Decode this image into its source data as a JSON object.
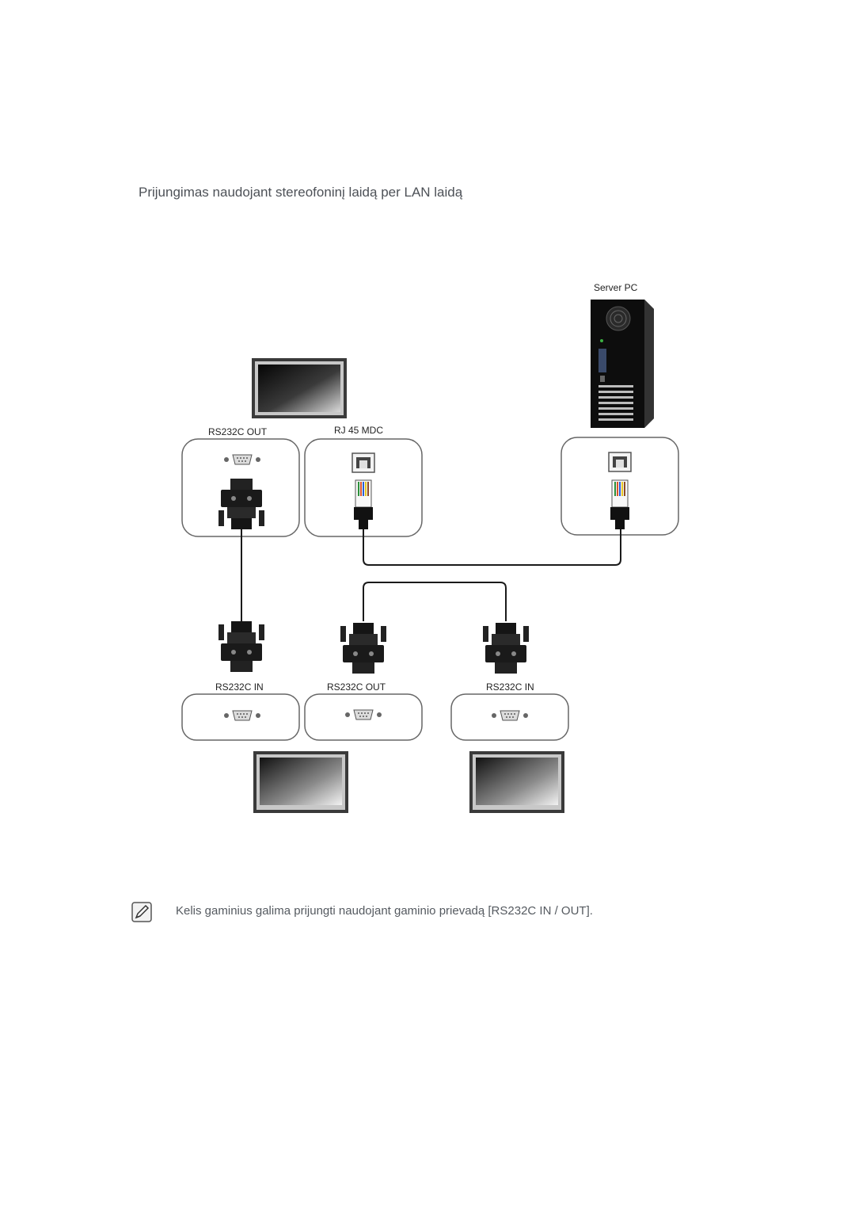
{
  "page": {
    "title": "Prijungimas naudojant stereofoninį laidą per LAN laidą"
  },
  "diagram": {
    "server_label": "Server PC",
    "top_monitor": {
      "port_labels": [
        "RS232C OUT",
        "RJ 45 MDC"
      ]
    },
    "bottom_ports": {
      "left": "RS232C IN",
      "middle": "RS232C OUT",
      "right": "RS232C IN"
    }
  },
  "note": {
    "icon": "note-pencil-icon",
    "text": "Kelis gaminius galima prijungti naudojant gaminio prievadą [RS232C IN / OUT]."
  }
}
